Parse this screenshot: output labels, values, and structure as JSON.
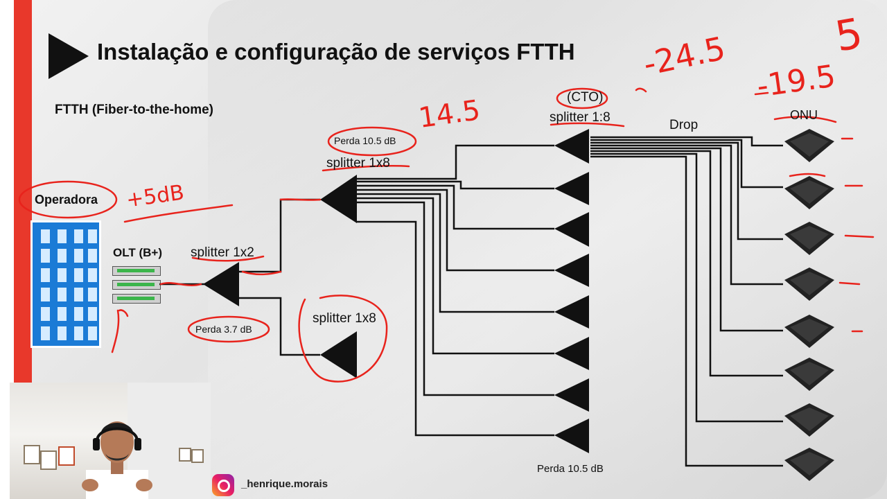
{
  "slide": {
    "title": "Instalação e configuração de serviços FTTH",
    "subtitle": "FTTH (Fiber-to-the-home)"
  },
  "labels": {
    "operator": "Operadora",
    "olt": "OLT (B+)",
    "splitter_1x2": "splitter 1x2",
    "loss_1x2": "Perda 3.7 dB",
    "splitter_1x8_top": "splitter 1x8",
    "loss_1x8_top": "Perda 10.5 dB",
    "splitter_1x8_bottom": "splitter 1x8",
    "cto": "(CTO)",
    "splitter_1_8": "splitter 1:8",
    "drop": "Drop",
    "onu": "ONU",
    "loss_bottom": "Perda 10.5 dB"
  },
  "annotations": {
    "olt_power": "+5dB",
    "after_first_split": "14.5",
    "after_cto": "-24.5",
    "onu_level": "-19.5",
    "top_right": "5"
  },
  "overlay": {
    "instagram_handle": "_henrique.morais"
  },
  "colors": {
    "accent_red": "#e8382b",
    "ink_red": "#e8231c",
    "building_blue": "#1b7bd6"
  }
}
